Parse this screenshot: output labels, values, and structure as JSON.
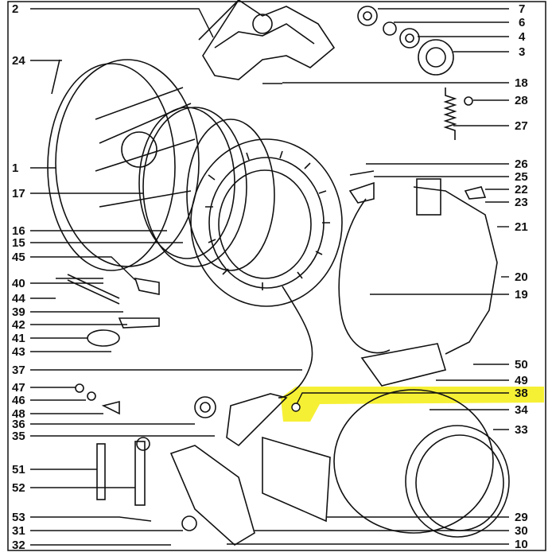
{
  "diagram": {
    "highlight_color": "#f5ef2a",
    "ink_color": "#111111",
    "highlighted_part": "38",
    "left_labels": [
      "2",
      "24",
      "1",
      "17",
      "16",
      "15",
      "45",
      "40",
      "44",
      "39",
      "42",
      "41",
      "43",
      "37",
      "47",
      "46",
      "48",
      "36",
      "35",
      "51",
      "52",
      "53",
      "31",
      "32"
    ],
    "right_labels": [
      "7",
      "6",
      "4",
      "3",
      "18",
      "28",
      "27",
      "26",
      "25",
      "22",
      "23",
      "21",
      "20",
      "19",
      "50",
      "49",
      "38",
      "34",
      "33",
      "29",
      "30",
      "10"
    ]
  }
}
